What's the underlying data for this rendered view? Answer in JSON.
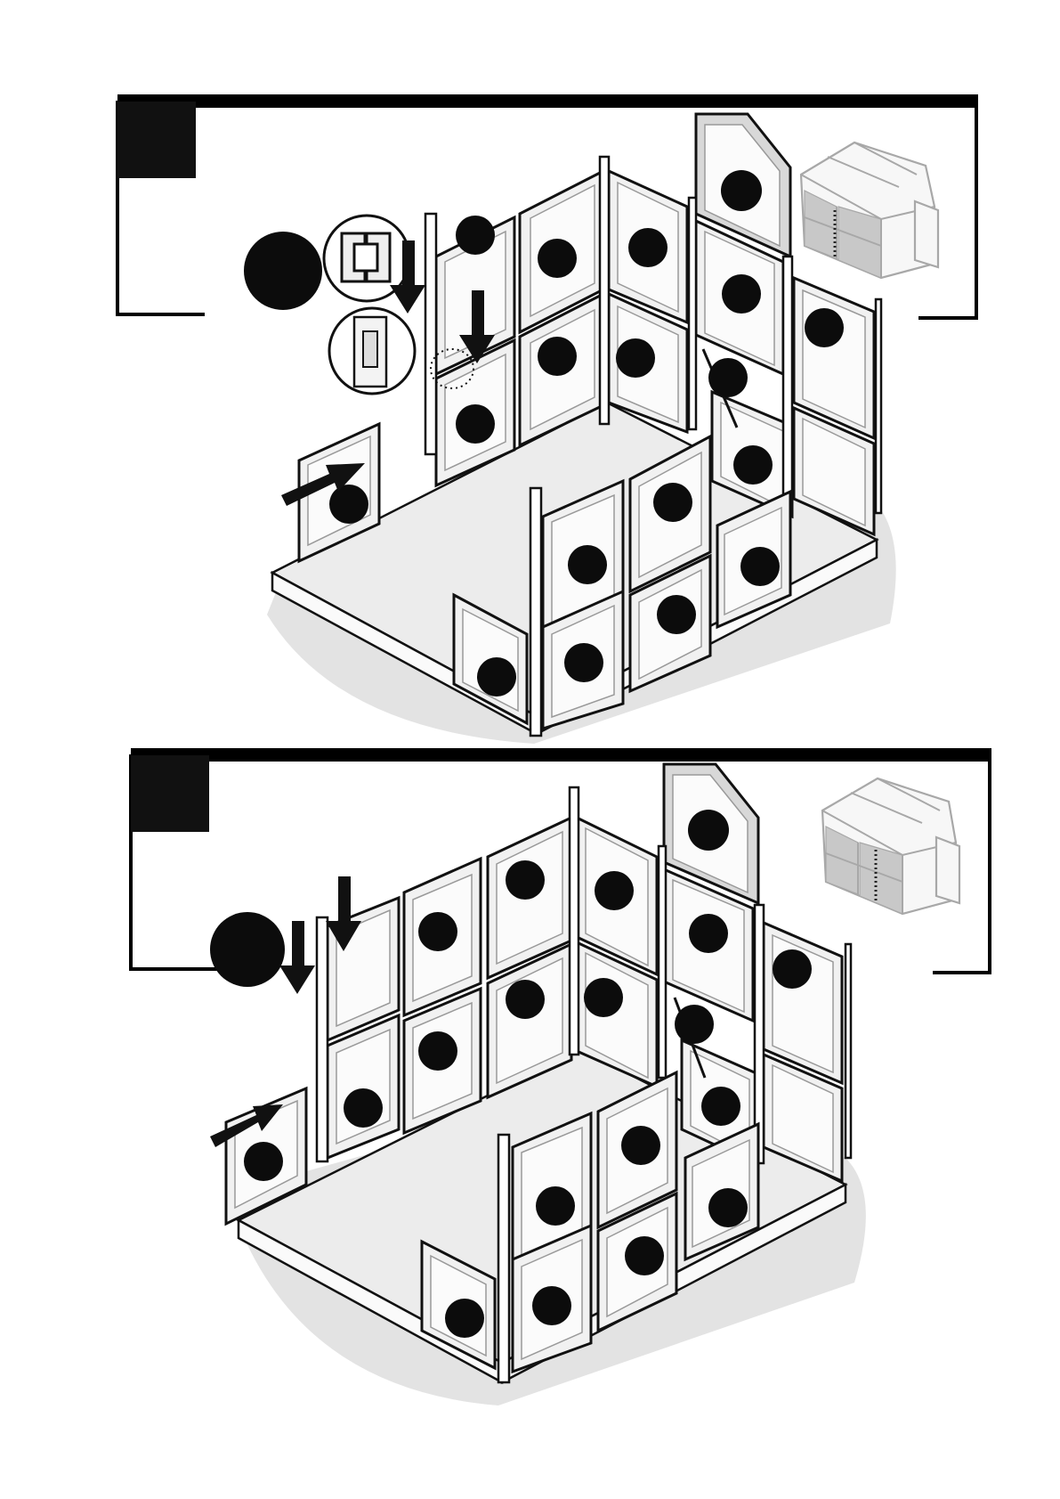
{
  "figures": [
    {
      "panel_marker_count_front": 8,
      "panel_marker_count_back": 8,
      "has_detail_insets": true,
      "has_dotted_callout": true,
      "highlight_color": "#000000"
    },
    {
      "panel_marker_count_front": 8,
      "panel_marker_count_back": 8,
      "has_detail_insets": false,
      "has_dotted_callout": false,
      "highlight_color": "#000000"
    }
  ],
  "icons": {
    "thumbnail": "greenhouse-thumbnail-icon",
    "arrow": "arrow-icon",
    "marker": "part-marker-icon",
    "channel_detail": "channel-profile-icon",
    "clip_detail": "clip-detail-icon"
  }
}
